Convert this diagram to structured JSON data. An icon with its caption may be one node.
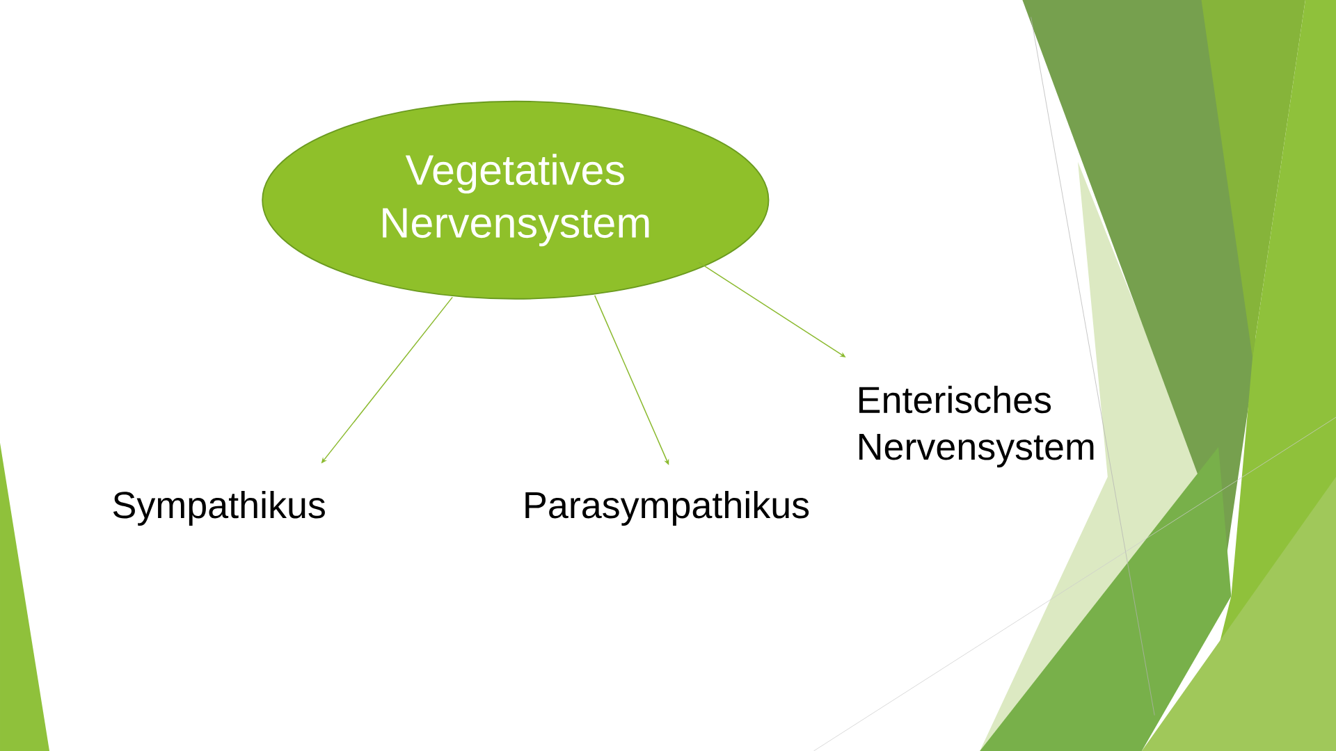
{
  "diagram": {
    "nodes": [
      {
        "text": [
          "Vegetatives Nervensystem"
        ]
      },
      {
        "text": [
          "Sympathikus"
        ]
      },
      {
        "text": [
          "Parasympathikus"
        ]
      },
      {
        "text": [
          "Enterisches Nervensystem"
        ]
      }
    ],
    "edges": [
      {
        "from": 0,
        "to": 1,
        "arrow": "to"
      },
      {
        "from": 0,
        "to": 2,
        "arrow": "to"
      },
      {
        "from": 0,
        "to": 3,
        "arrow": "to"
      }
    ]
  }
}
